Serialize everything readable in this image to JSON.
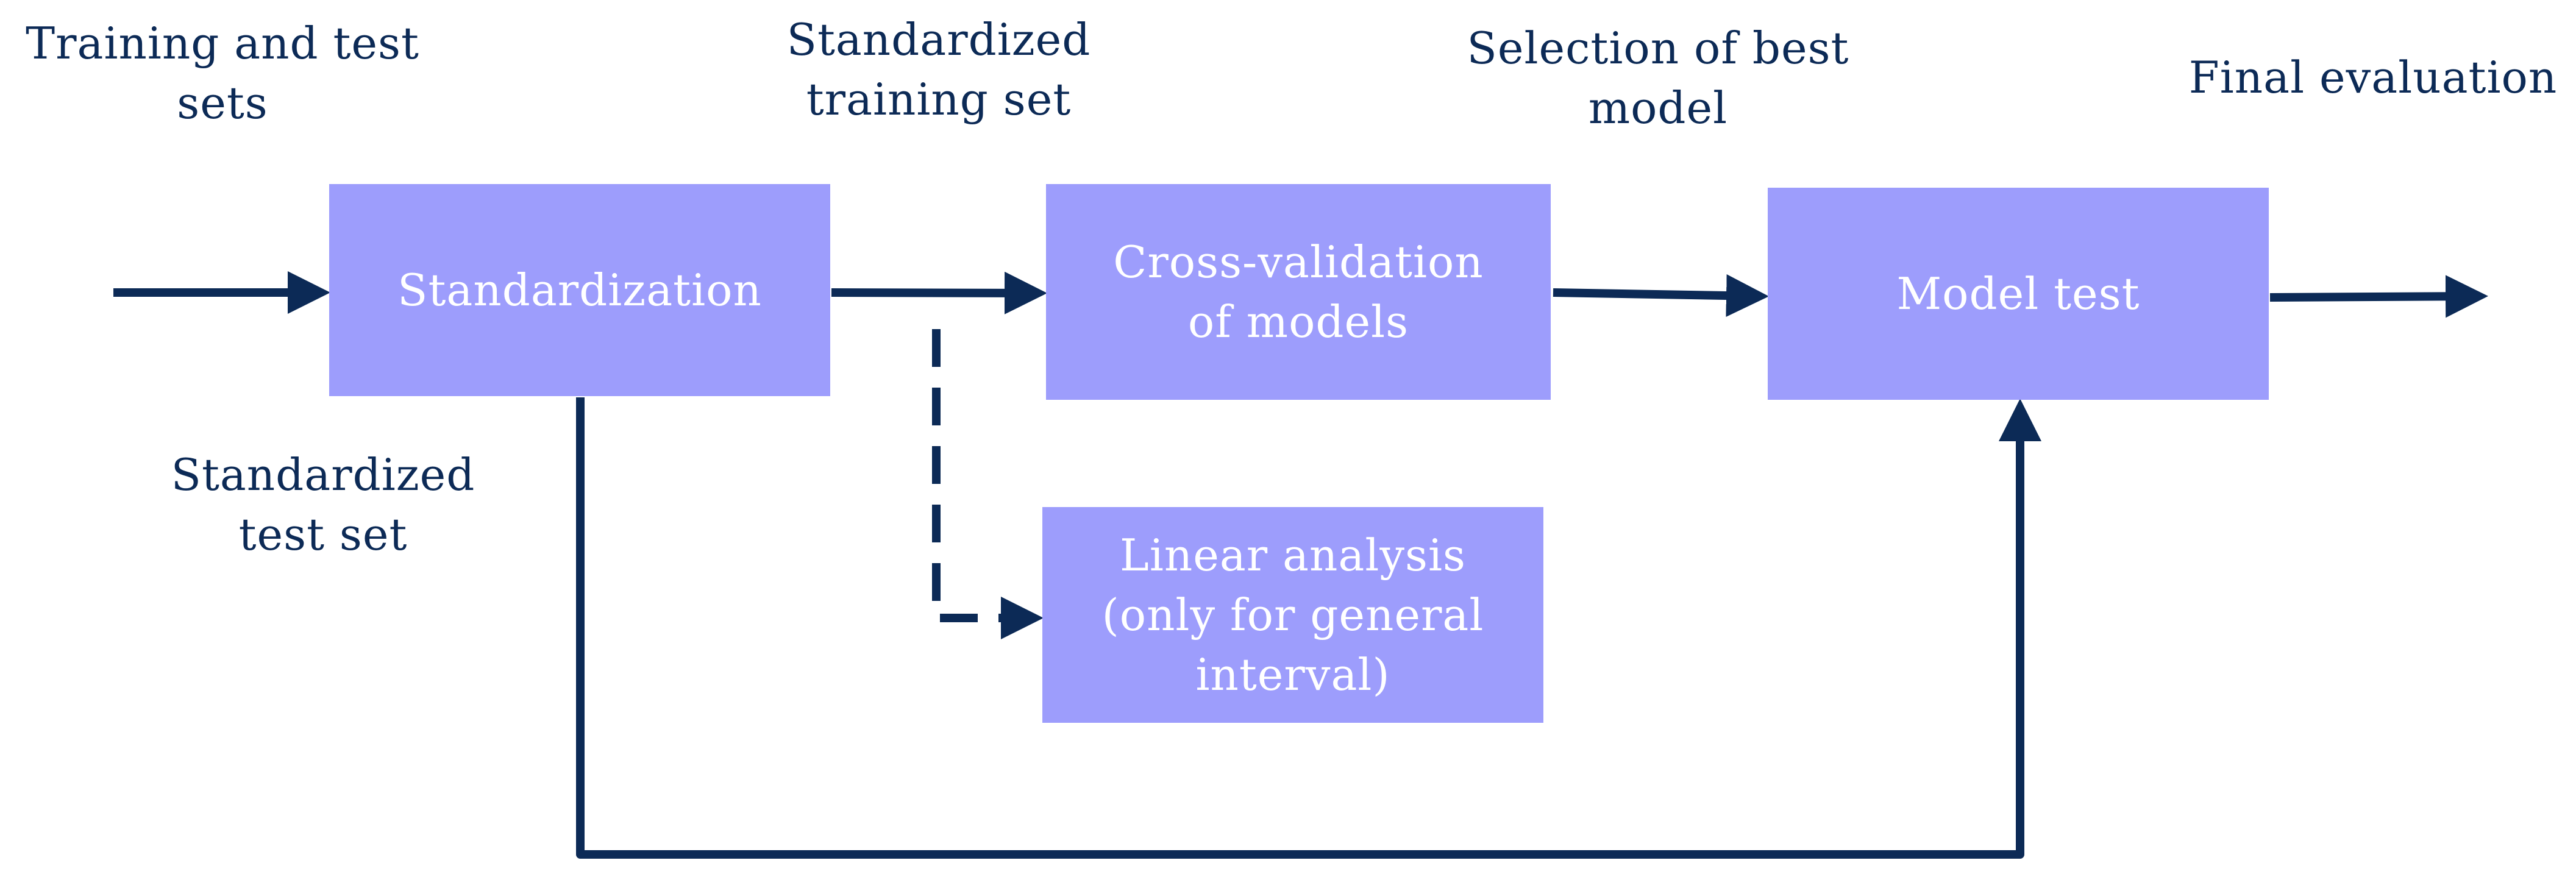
{
  "colors": {
    "box_fill": "#9d9dfc",
    "box_text": "#ffffff",
    "label_text": "#0c2a56",
    "arrow": "#0c2a56"
  },
  "boxes": {
    "standardization": [
      "Standardization"
    ],
    "cross_validation": [
      "Cross-validation",
      "of models"
    ],
    "model_test": [
      "Model test"
    ],
    "linear_analysis": [
      "Linear analysis",
      "(only for general",
      "interval)"
    ]
  },
  "labels": {
    "training_test_sets": [
      "Training and test",
      "sets"
    ],
    "standardized_training_set": [
      "Standardized",
      "training set"
    ],
    "selection_best_model": [
      "Selection of best",
      "model"
    ],
    "final_evaluation": [
      "Final evaluation"
    ],
    "standardized_test_set": [
      "Standardized",
      "test set"
    ]
  }
}
